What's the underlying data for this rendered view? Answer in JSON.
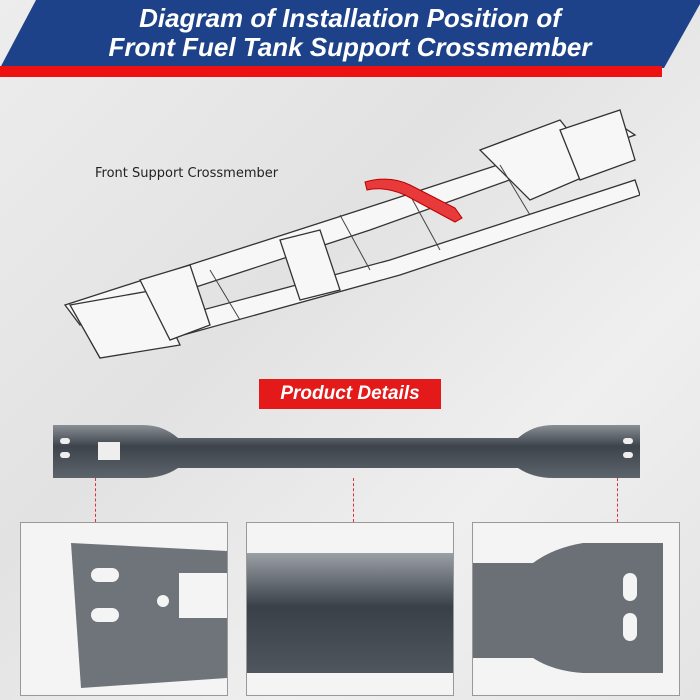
{
  "header": {
    "title_line1": "Diagram of Installation Position of",
    "title_line2": "Front Fuel Tank Support Crossmember"
  },
  "diagram": {
    "callout_label": "Front Support Crossmember"
  },
  "details": {
    "badge_label": "Product Details"
  },
  "colors": {
    "banner_blue": "#1d4289",
    "accent_red": "#e41a1a",
    "highlight": "#e83a3a"
  }
}
